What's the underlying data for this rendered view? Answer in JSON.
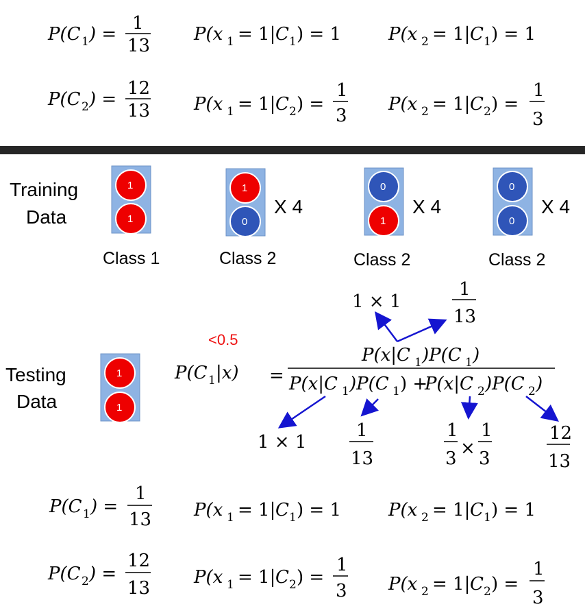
{
  "colors": {
    "red_ball": "#ee0000",
    "blue_ball": "#2f55b8",
    "box_fill": "#8eb3e3",
    "arrow": "#1515d0",
    "note": "#ee1111",
    "divider": "#262626"
  },
  "probabilities": {
    "p_c1": "P(C",
    "p_c1_num": "1",
    "p_c1_den": "13",
    "p_c2_num": "12",
    "p_c2_den": "13",
    "x1_c1_val": "= 1",
    "x2_c1_val": "= 1",
    "third_num": "1",
    "third_den": "3"
  },
  "training": {
    "label_line1": "Training",
    "label_line2": "Data",
    "groups": [
      {
        "top": "1",
        "bottom": "1",
        "multiplier": "",
        "class_label": "Class 1"
      },
      {
        "top": "1",
        "bottom": "0",
        "multiplier": "X 4",
        "class_label": "Class 2"
      },
      {
        "top": "0",
        "bottom": "1",
        "multiplier": "X 4",
        "class_label": "Class 2"
      },
      {
        "top": "0",
        "bottom": "0",
        "multiplier": "X 4",
        "class_label": "Class 2"
      }
    ]
  },
  "testing": {
    "label_line1": "Testing",
    "label_line2": "Data",
    "top": "1",
    "bottom": "1",
    "note": "<0.5",
    "annot_top_left": "1 × 1",
    "annot_top_right_num": "1",
    "annot_top_right_den": "13",
    "annot_bottom_1": "1 × 1",
    "annot_bottom_2_num": "1",
    "annot_bottom_2_den": "13",
    "annot_bottom_3_num": "1",
    "annot_bottom_3_den": "3",
    "annot_bottom_4_num": "12",
    "annot_bottom_4_den": "13"
  }
}
